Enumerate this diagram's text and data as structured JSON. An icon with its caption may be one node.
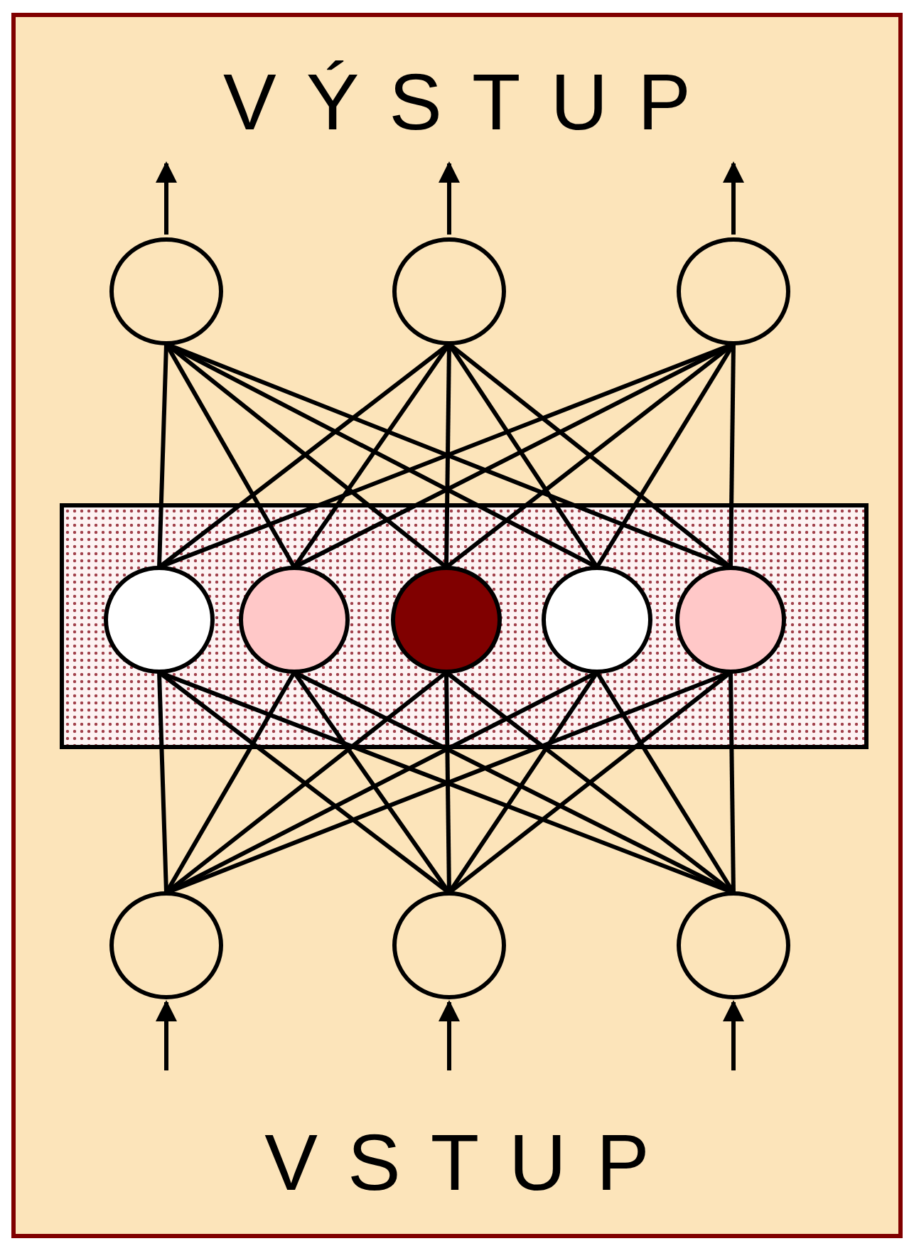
{
  "diagram": {
    "nodes": [
      {
        "text": [],
        "shape": "circle"
      },
      {
        "text": [],
        "shape": "circle"
      },
      {
        "text": [],
        "shape": "circle"
      },
      {
        "text": [],
        "shape": "box"
      },
      {
        "text": [],
        "shape": "circle",
        "in": 3
      },
      {
        "text": [],
        "shape": "circle",
        "in": 3
      },
      {
        "text": [],
        "shape": "circle",
        "in": 3
      },
      {
        "text": [],
        "shape": "circle",
        "in": 3
      },
      {
        "text": [],
        "shape": "circle",
        "in": 3
      },
      {
        "text": [],
        "shape": "circle"
      },
      {
        "text": [],
        "shape": "circle"
      },
      {
        "text": [],
        "shape": "circle"
      }
    ],
    "edges": [
      {
        "from": 0,
        "to": 4,
        "arrow": "none"
      },
      {
        "from": 0,
        "to": 5,
        "arrow": "none"
      },
      {
        "from": 0,
        "to": 6,
        "arrow": "none"
      },
      {
        "from": 0,
        "to": 7,
        "arrow": "none"
      },
      {
        "from": 0,
        "to": 8,
        "arrow": "none"
      },
      {
        "from": 1,
        "to": 4,
        "arrow": "none"
      },
      {
        "from": 1,
        "to": 5,
        "arrow": "none"
      },
      {
        "from": 1,
        "to": 6,
        "arrow": "none"
      },
      {
        "from": 1,
        "to": 7,
        "arrow": "none"
      },
      {
        "from": 1,
        "to": 8,
        "arrow": "none"
      },
      {
        "from": 2,
        "to": 4,
        "arrow": "none"
      },
      {
        "from": 2,
        "to": 5,
        "arrow": "none"
      },
      {
        "from": 2,
        "to": 6,
        "arrow": "none"
      },
      {
        "from": 2,
        "to": 7,
        "arrow": "none"
      },
      {
        "from": 2,
        "to": 8,
        "arrow": "none"
      },
      {
        "from": 4,
        "to": 9,
        "arrow": "none"
      },
      {
        "from": 4,
        "to": 10,
        "arrow": "none"
      },
      {
        "from": 4,
        "to": 11,
        "arrow": "none"
      },
      {
        "from": 5,
        "to": 9,
        "arrow": "none"
      },
      {
        "from": 5,
        "to": 10,
        "arrow": "none"
      },
      {
        "from": 5,
        "to": 11,
        "arrow": "none"
      },
      {
        "from": 6,
        "to": 9,
        "arrow": "none"
      },
      {
        "from": 6,
        "to": 10,
        "arrow": "none"
      },
      {
        "from": 6,
        "to": 11,
        "arrow": "none"
      },
      {
        "from": 7,
        "to": 9,
        "arrow": "none"
      },
      {
        "from": 7,
        "to": 10,
        "arrow": "none"
      },
      {
        "from": 7,
        "to": 11,
        "arrow": "none"
      },
      {
        "from": 8,
        "to": 9,
        "arrow": "none"
      },
      {
        "from": 8,
        "to": 10,
        "arrow": "none"
      },
      {
        "from": 8,
        "to": 11,
        "arrow": "none"
      },
      {
        "from": 0,
        "to": null,
        "arrow": "to"
      },
      {
        "from": 1,
        "to": null,
        "arrow": "to"
      },
      {
        "from": 2,
        "to": null,
        "arrow": "to"
      },
      {
        "from": null,
        "to": 9,
        "arrow": "to"
      },
      {
        "from": null,
        "to": 10,
        "arrow": "to"
      },
      {
        "from": null,
        "to": 11,
        "arrow": "to"
      }
    ],
    "labels": [
      "VÝSTUP",
      "VSTUP"
    ]
  }
}
